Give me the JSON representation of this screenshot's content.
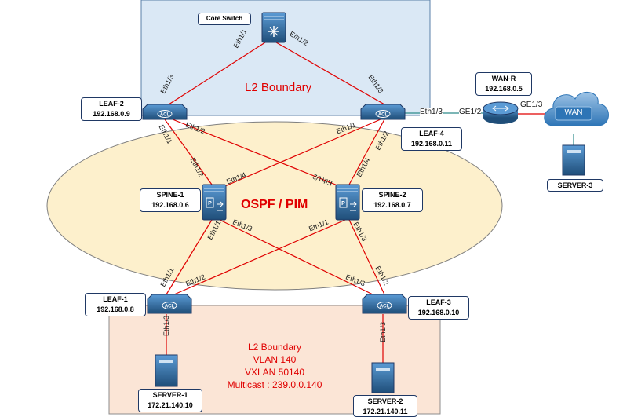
{
  "regions": {
    "top_boundary": "L2 Boundary",
    "core_label": "OSPF / PIM",
    "bottom_lines": [
      "L2 Boundary",
      "VLAN 140",
      "VXLAN 50140",
      "Multicast : 239.0.0.140"
    ]
  },
  "devices": {
    "core_switch": {
      "name": "Core Switch"
    },
    "leaf2": {
      "name": "LEAF-2",
      "ip": "192.168.0.9"
    },
    "leaf4": {
      "name": "LEAF-4",
      "ip": "192.168.0.11"
    },
    "spine1": {
      "name": "SPINE-1",
      "ip": "192.168.0.6"
    },
    "spine2": {
      "name": "SPINE-2",
      "ip": "192.168.0.7"
    },
    "leaf1": {
      "name": "LEAF-1",
      "ip": "192.168.0.8"
    },
    "leaf3": {
      "name": "LEAF-3",
      "ip": "192.168.0.10"
    },
    "wan_r": {
      "name": "WAN-R",
      "ip": "192.168.0.5"
    },
    "wan": {
      "name": "WAN"
    },
    "server1": {
      "name": "SERVER-1",
      "ip": "172.21.140.10"
    },
    "server2": {
      "name": "SERVER-2",
      "ip": "172.21.140.11"
    },
    "server3": {
      "name": "SERVER-3"
    }
  },
  "ports": {
    "core_e11": "Eth1/1",
    "core_e12": "Eth1/2",
    "leaf2_up": "Eth1/3",
    "leaf4_up": "Eth1/3",
    "leaf2_e11": "Eth1/1",
    "leaf2_e12": "Eth1/2",
    "leaf4_e11": "Eth1/1",
    "leaf4_e12": "Eth1/2",
    "spine1_e12": "Eth1/2",
    "spine1_e14": "Eth1/4",
    "spine2_e12": "Eth1/2",
    "spine2_e14": "Eth1/4",
    "spine1_e11": "Eth1/1",
    "spine1_e13": "Eth1/3",
    "spine2_e11": "Eth1/1",
    "spine2_e13": "Eth1/3",
    "leaf1_e11": "Eth1/1",
    "leaf1_e12": "Eth1/2",
    "leaf3_e12": "Eth1/2",
    "leaf3_e13": "Eth1/3",
    "leaf1_e13": "Eth1/3",
    "leaf3_down": "Eth1/3",
    "leaf4_wan": "Eth1/3",
    "wanr_ge12": "GE1/2",
    "wanr_ge13": "GE1/3"
  },
  "colors": {
    "top_fill": "#dae8f5",
    "bottom_fill": "#fbe5d6",
    "ellipse_fill": "#fdf0cc",
    "link_red": "#e00000",
    "link_teal": "#2e8b8b",
    "device_blue": "#2f6fa7"
  },
  "icons": {
    "leaf": "acl-switch-icon",
    "spine": "spine-switch-icon",
    "core": "core-switch-icon",
    "router": "router-icon",
    "cloud": "cloud-icon",
    "server": "server-icon"
  }
}
